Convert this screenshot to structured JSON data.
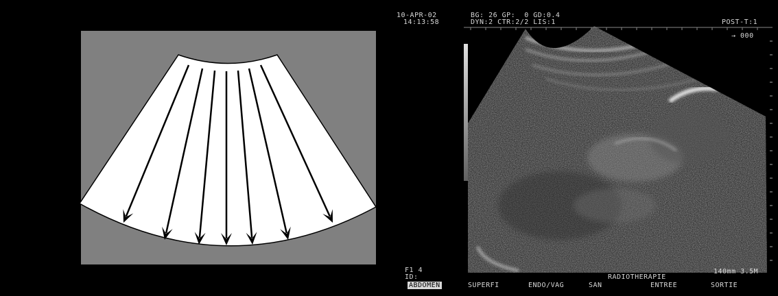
{
  "diagram": {
    "background_color": "#000000",
    "box_color": "#808080",
    "fan_color": "#ffffff",
    "arrow_color": "#000000",
    "arrow_count": 7
  },
  "ultrasound": {
    "header": {
      "date": "10-APR-02",
      "time": "14:13:58",
      "params_line1": "BG: 26 GP:  0 GD:0.4",
      "params_line2": "DYN:2 CTR:2/2 LIS:1",
      "mode": "POST-T:1",
      "marker": "→ 000"
    },
    "footer": {
      "freeze_label": "F1 4",
      "id_label": "ID:",
      "department": "RADIOTHERAPIE",
      "depth_freq": "140mm 3.5M",
      "menu": [
        "ABDOMEN",
        "SUPERFI",
        "ENDO/VAG",
        "SAN",
        "ENTREE",
        "SORTIE"
      ],
      "menu_selected": "ABDOMEN"
    }
  }
}
